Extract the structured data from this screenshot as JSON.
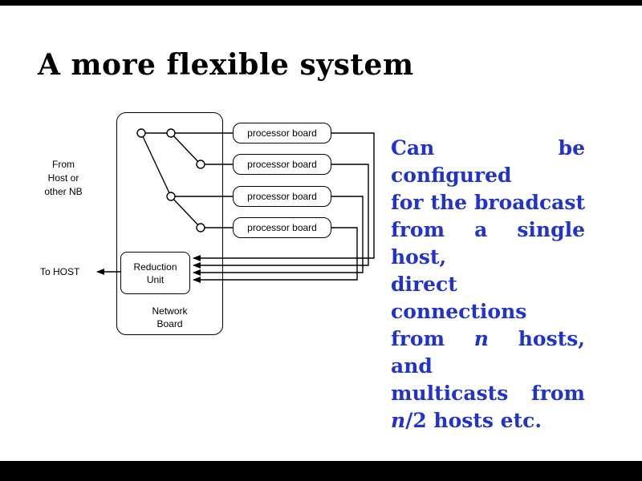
{
  "slide": {
    "title": "A more flexible system"
  },
  "diagram": {
    "from_host_label_lines": [
      "From",
      "Host or",
      "other NB"
    ],
    "to_host_label": "To HOST",
    "processor_boards": [
      "processor board",
      "processor board",
      "processor board",
      "processor board"
    ],
    "reduction_unit_lines": [
      "Reduction",
      "Unit"
    ],
    "network_board_lines": [
      "Network",
      "Board"
    ],
    "node_icons": "open-circle-port"
  },
  "blue_text": {
    "l1": "Can be configured",
    "l2": "for the broadcast",
    "l3": "from a single host,",
    "l4": "direct connections",
    "l5a": "from ",
    "l5n": "n",
    "l5b": " hosts, and",
    "l6": "multicasts from",
    "l7n": "n",
    "l7b": "/2 hosts etc."
  },
  "colors": {
    "text_blue": "#2233cc",
    "line_black": "#000000",
    "background": "#ffffff",
    "letterbox": "#000000"
  }
}
